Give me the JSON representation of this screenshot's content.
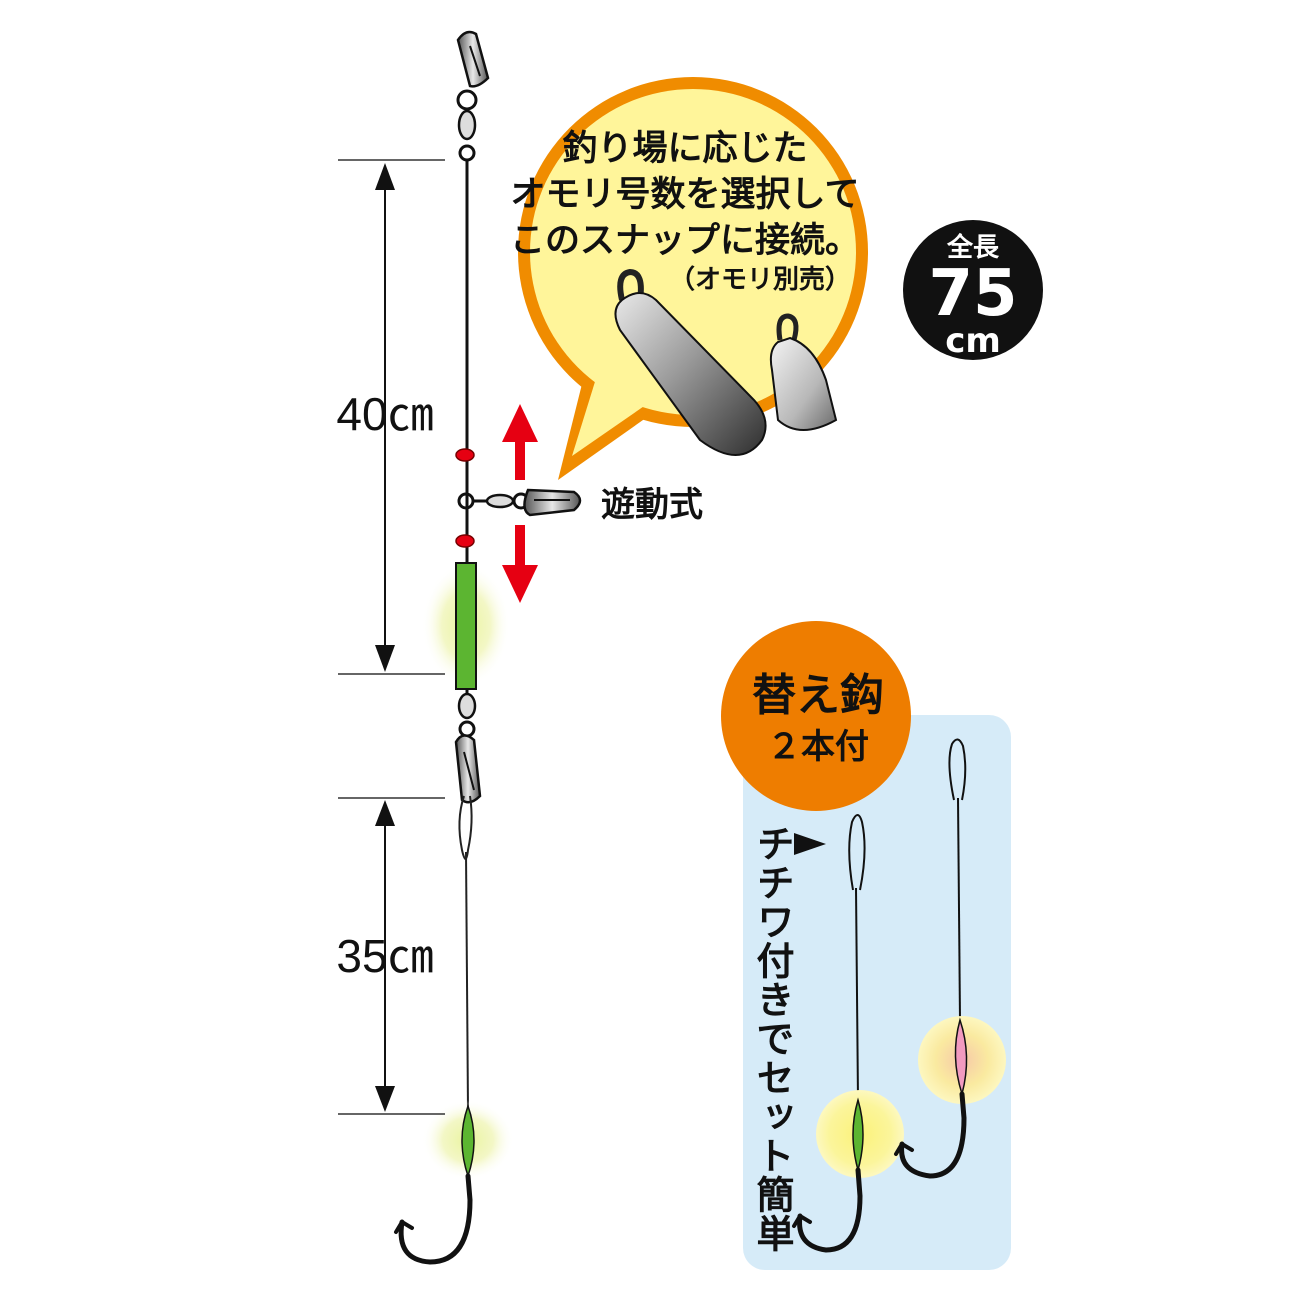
{
  "dimensions": {
    "upper_length": "40㎝",
    "lower_length": "35㎝"
  },
  "sinker_callout": {
    "lines": [
      "釣り場に応じた",
      "オモリ号数を選択して",
      "このスナップに接続。"
    ],
    "note": "（オモリ別売）"
  },
  "total_length": {
    "label": "全長",
    "value": "75",
    "unit": "cm"
  },
  "sliding_label": "遊動式",
  "spare_hooks": {
    "badge_line1": "替え鈎",
    "badge_line2": "２本付",
    "arrow_glyph": "▶",
    "vertical_note": "チチワ付きでセット簡単"
  },
  "colors": {
    "callout_fill": "#fff59a",
    "callout_stroke": "#f08c00",
    "badge_fill": "#ee7d00",
    "panel_fill": "#d6ebf8",
    "stopper_red": "#e60012",
    "luminous_green": "#5cb531",
    "glow_yellow": "#fbf59b",
    "bead_pink": "#f29ac0"
  }
}
